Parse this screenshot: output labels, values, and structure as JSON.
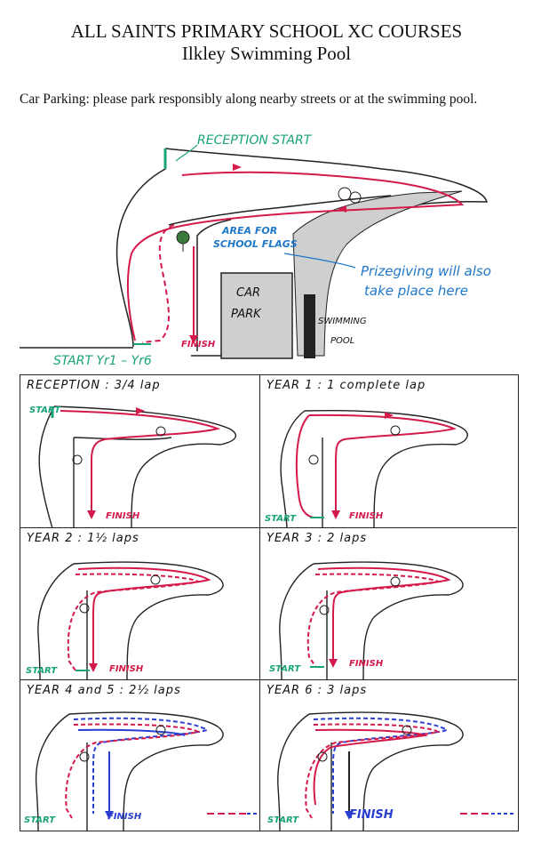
{
  "header": {
    "title_line1": "ALL SAINTS PRIMARY SCHOOL XC COURSES",
    "title_line2": "Ilkley Swimming Pool",
    "parking": "Car Parking: please park responsibly along nearby streets or at the swimming pool."
  },
  "map": {
    "reception_start": "RECEPTION START",
    "area_flags_1": "AREA FOR",
    "area_flags_2": "SCHOOL FLAGS",
    "prize_1": "Prizegiving will also",
    "prize_2": "take place here",
    "car_park_1": "CAR",
    "car_park_2": "PARK",
    "swimming_1": "SWIMMING",
    "swimming_2": "POOL",
    "finish": "FINISH",
    "start_years": "START Yr1 – Yr6"
  },
  "courses": [
    {
      "title": "RECEPTION : 3/4 lap",
      "start": "START",
      "finish": "FINISH"
    },
    {
      "title": "YEAR 1 : 1 complete lap",
      "start": "START",
      "finish": "FINISH"
    },
    {
      "title": "YEAR 2 : 1½ laps",
      "start": "START",
      "finish": "FINISH"
    },
    {
      "title": "YEAR 3 : 2 laps",
      "start": "START",
      "finish": "FINISH"
    },
    {
      "title": "YEAR 4 and 5 : 2½ laps",
      "start": "START",
      "finish": "FINISH"
    },
    {
      "title": "YEAR 6 : 3 laps",
      "start": "START",
      "finish": "FINISH"
    }
  ],
  "colors": {
    "route_red": "#d41a4a",
    "route_blue": "#2a3fd1",
    "label_green": "#1aa37a",
    "label_blue": "#1f77c9"
  }
}
